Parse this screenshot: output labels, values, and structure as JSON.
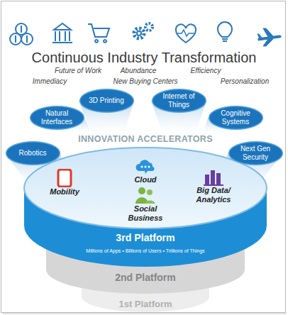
{
  "diagram": {
    "title": "Continuous Industry Transformation",
    "nodes": [
      {
        "text": [
          "3D Printing"
        ]
      },
      {
        "text": [
          "Internet of Things"
        ]
      },
      {
        "text": [
          "Natural Interfaces"
        ]
      },
      {
        "text": [
          "Cognitive Systems"
        ]
      },
      {
        "text": [
          "Robotics"
        ]
      },
      {
        "text": [
          "Next Gen Security"
        ]
      },
      {
        "text": [
          "3rd Platform",
          "Millions of Apps • Billions of Users • Trillions of Things"
        ]
      },
      {
        "text": [
          "Cloud"
        ],
        "in": 6
      },
      {
        "text": [
          "Mobility"
        ],
        "in": 6
      },
      {
        "text": [
          "Big Data/ Analytics"
        ],
        "in": 6
      },
      {
        "text": [
          "Social Business"
        ],
        "in": 6
      },
      {
        "text": [
          "2nd Platform"
        ]
      },
      {
        "text": [
          "1st Platform"
        ]
      }
    ],
    "labels": [
      "Future of Work",
      "Abundance",
      "Efficiency",
      "Immediacy",
      "New Buying Centers",
      "Personalization",
      "INNOVATION ACCELERATORS"
    ]
  }
}
